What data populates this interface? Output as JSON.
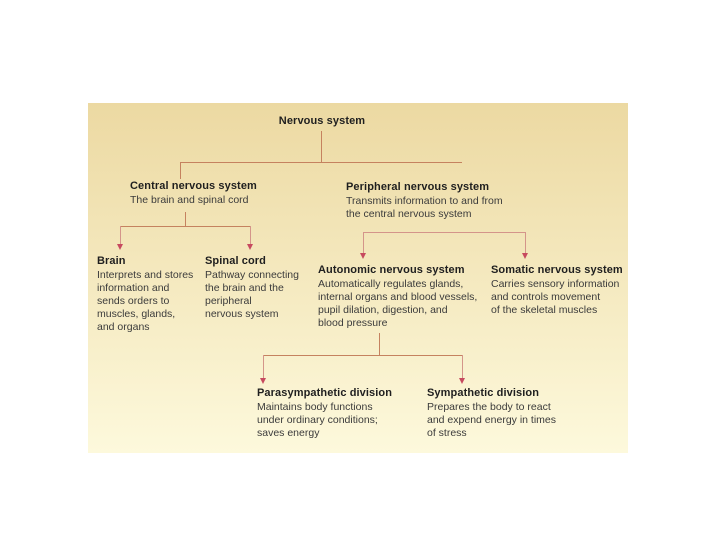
{
  "diagram": {
    "nodes": {
      "root": {
        "title": "Nervous system"
      },
      "central": {
        "title": "Central nervous system",
        "desc": "The brain and spinal cord"
      },
      "peripheral": {
        "title": "Peripheral nervous system",
        "desc": "Transmits information to and from\nthe central nervous system"
      },
      "brain": {
        "title": "Brain",
        "desc": "Interprets and stores\ninformation and\nsends orders to\nmuscles, glands,\nand organs"
      },
      "spinal": {
        "title": "Spinal cord",
        "desc": "Pathway connecting\nthe brain and the\nperipheral\nnervous system"
      },
      "autonomic": {
        "title": "Autonomic nervous system",
        "desc": "Automatically regulates glands,\ninternal organs and blood vessels,\npupil dilation, digestion, and\nblood pressure"
      },
      "somatic": {
        "title": "Somatic nervous system",
        "desc": "Carries sensory information\nand controls movement\nof the skeletal muscles"
      },
      "parasympathetic": {
        "title": "Parasympathetic division",
        "desc": "Maintains body functions\nunder ordinary conditions;\nsaves energy"
      },
      "sympathetic": {
        "title": "Sympathetic division",
        "desc": "Prepares the body to react\nand expend energy in times\nof stress"
      }
    }
  },
  "colors": {
    "line": "#c5825f",
    "stem": "#d4958a",
    "arrow": "#c74a5f",
    "panel_top": "#ecd9a2",
    "panel_bottom": "#fdf9dc"
  }
}
